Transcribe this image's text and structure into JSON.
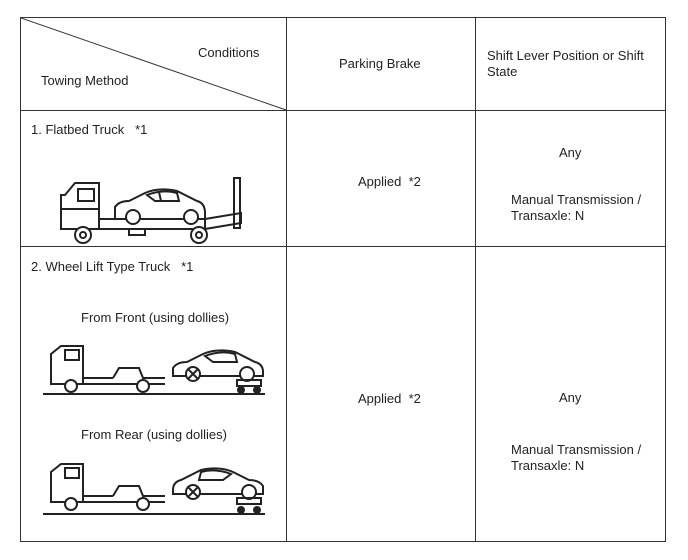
{
  "header": {
    "conditions": "Conditions",
    "towing_method": "Towing Method",
    "parking_brake": "Parking Brake",
    "shift_lever": "Shift Lever Position or Shift State"
  },
  "rows": [
    {
      "method": "1. Flatbed Truck",
      "note": "*1",
      "parking_brake": "Applied",
      "parking_note": "*2",
      "shift_any": "Any",
      "shift_manual": "Manual Transmission / Transaxle: N"
    },
    {
      "method": "2. Wheel Lift Type Truck",
      "note": "*1",
      "from_front": "From Front (using dollies)",
      "from_rear": "From Rear (using dollies)",
      "parking_brake": "Applied",
      "parking_note": "*2",
      "shift_any": "Any",
      "shift_manual": "Manual Transmission / Transaxle: N"
    }
  ]
}
